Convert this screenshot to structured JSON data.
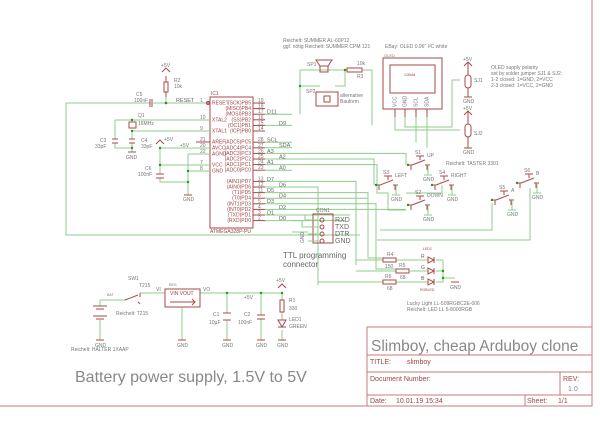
{
  "colors": {
    "wire": "#8ccc8c",
    "symbol": "#a84a4a",
    "text": "#777777",
    "junction": "#1a9a1a"
  },
  "mcu": {
    "name": "IC1",
    "part": "ATMEGA328P-PU",
    "left_pins": [
      {
        "num": "1",
        "name": "RESET"
      },
      {
        "num": "10",
        "name": "XTAL2"
      },
      {
        "num": "9",
        "name": "XTAL1"
      },
      {
        "num": "21",
        "name": "AREF"
      },
      {
        "num": "20",
        "name": "AVCC"
      },
      {
        "num": "22",
        "name": "AGND"
      },
      {
        "num": "7",
        "name": "VCC"
      },
      {
        "num": "8",
        "name": "GND"
      }
    ],
    "right_pins": [
      {
        "num": "19",
        "name": "(SCK)PB5",
        "net": ""
      },
      {
        "num": "18",
        "name": "(MISO)PB4",
        "net": ""
      },
      {
        "num": "17",
        "name": "(MOSI)PB3",
        "net": "D11"
      },
      {
        "num": "16",
        "name": "(SS)PB2",
        "net": ""
      },
      {
        "num": "15",
        "name": "(OC1)PB1",
        "net": "D9"
      },
      {
        "num": "14",
        "name": "(ICP)PB0",
        "net": ""
      },
      {
        "num": "28",
        "name": "(ADC5)PC5",
        "net": "SCL"
      },
      {
        "num": "27",
        "name": "(ADC4)PC4",
        "net": "SDA"
      },
      {
        "num": "26",
        "name": "(ADC3)PC3",
        "net": "A3"
      },
      {
        "num": "25",
        "name": "(ADC2)PC2",
        "net": "A2"
      },
      {
        "num": "24",
        "name": "(ADC1)PC1",
        "net": "A1"
      },
      {
        "num": "23",
        "name": "(ADC0)PC0",
        "net": "A0"
      },
      {
        "num": "13",
        "name": "(AIN1)PD7",
        "net": "D7"
      },
      {
        "num": "12",
        "name": "(AIN0)PD6",
        "net": "D6"
      },
      {
        "num": "11",
        "name": "(T1)PD5",
        "net": "D5"
      },
      {
        "num": "6",
        "name": "(T0)PD4",
        "net": "D4"
      },
      {
        "num": "5",
        "name": "(INT1)PD3",
        "net": "D3"
      },
      {
        "num": "4",
        "name": "(INT0)PD2",
        "net": "D2"
      },
      {
        "num": "3",
        "name": "(TXD)PD1",
        "net": "D1"
      },
      {
        "num": "2",
        "name": "(RXD)PD0",
        "net": "D0"
      }
    ]
  },
  "reset": {
    "r2": "R2",
    "r2_val": "10k",
    "c5": "C5",
    "c5_val": "100nF",
    "net": "RESET",
    "vcc": "+5V"
  },
  "crystal": {
    "q1": "Q1",
    "q1_val": "16MHz",
    "c3": "C3",
    "c3_val": "33pF",
    "c4": "C4",
    "c4_val": "33pF",
    "gnd": "GND"
  },
  "analog": {
    "vcc": "+5V",
    "net": "+5V",
    "c6": "C6",
    "c6_val": "100nF",
    "gnd": "GND"
  },
  "speaker": {
    "note1": "Reichelt: SUMMER AL-60P12",
    "note2": "ggf. nötig Reichelt: SUMMER CPM 121",
    "sp1": "SP1",
    "sp2": "SP2",
    "r3": "R3",
    "r3_val": "10k",
    "alt1": "alternative",
    "alt2": "Bauform"
  },
  "oled": {
    "note": "EBay: OLED 0.96\" I²C white",
    "name": "OLED",
    "display": "128x64",
    "pins": [
      "VCC",
      "GND",
      "SCL",
      "SDA"
    ],
    "pin_nums": [
      "1",
      "2",
      "3",
      "4"
    ],
    "sj1": "SJ1",
    "sj2": "SJ2",
    "vcc": "+5V",
    "gnd": "GND",
    "notes": [
      "OLED supply polarity",
      "set by solder jumper SJ1 & SJ2:",
      "1-2 closed: 1=GND, 2=VCC",
      "2-3 closed: 1=VCC, 2=GND"
    ]
  },
  "buttons": {
    "note": "Reichelt: TASTER 3301",
    "gnd": "GND",
    "items": [
      {
        "ref": "S1",
        "label": "UP"
      },
      {
        "ref": "S2",
        "label": "DOWN"
      },
      {
        "ref": "S3",
        "label": "LEFT"
      },
      {
        "ref": "S4",
        "label": "RIGHT"
      },
      {
        "ref": "S5",
        "label": "A"
      },
      {
        "ref": "S6",
        "label": "B"
      }
    ]
  },
  "connector": {
    "ref": "CON1",
    "pins": [
      "RXD",
      "TXD",
      "DTR",
      "GND"
    ],
    "gnd": "GND",
    "caption1": "TTL programming",
    "caption2": "connector"
  },
  "rgb": {
    "led": "LED2",
    "type": "RGBLED",
    "r4": "R4",
    "r4_val": "150",
    "r5": "R5",
    "r5_val": "68",
    "r6": "R6",
    "r6_val": "68",
    "colors": [
      "R",
      "G",
      "B"
    ],
    "gnd": "GND",
    "note1": "Lucky Light LL-509RGBC2E-006",
    "note2": "Reichelt: LED LL 5-8000RGB"
  },
  "power": {
    "sw1": "SW1",
    "sw1_val": "T215",
    "sw_note": "Reichelt: T215",
    "bat": "BAT",
    "bat_note": "Reichelt: HALTER 1XAAP",
    "reg": "REG",
    "reg_pins": "VIN VOUT",
    "vi": "VI",
    "vo": "VO",
    "c1": "C1",
    "c1_val": "10µF",
    "c2": "C2",
    "c2_val": "100nF",
    "net": "+5V",
    "vcc": "+5V",
    "r1": "R1",
    "r1_val": "330",
    "led1": "LED1",
    "led1_val": "GREEN",
    "gnd": "GND",
    "caption": "Battery power supply, 1.5V to 5V"
  },
  "title_block": {
    "heading": "Slimboy, cheap Arduboy clone",
    "title_label": "TITLE:",
    "title": "slimboy",
    "docnum_label": "Document Number:",
    "rev_label": "REV:",
    "rev": "1.0",
    "date_label": "Date:",
    "date": "10.01.19 15:34",
    "sheet_label": "Sheet:",
    "sheet": "1/1"
  }
}
